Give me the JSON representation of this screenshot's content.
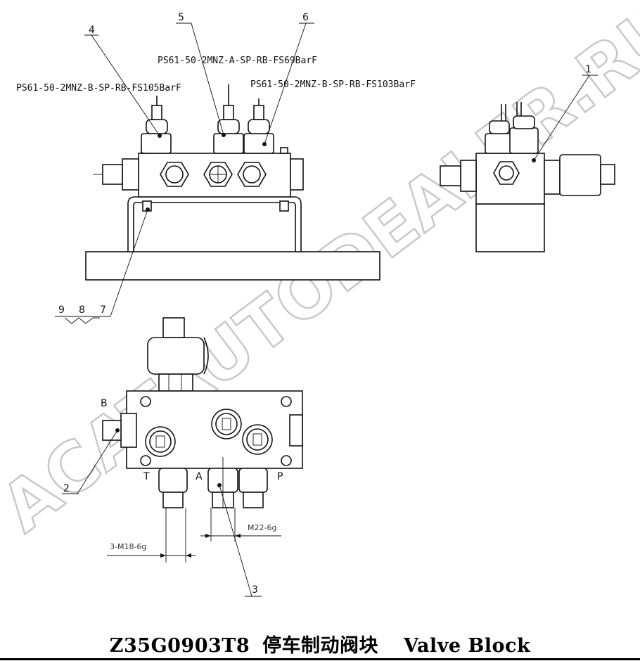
{
  "part_labels": {
    "sensor_left": "PS61-50-2MNZ-B-SP-RB-FS105BarF",
    "sensor_mid": "PS61-50-2MNZ-A-SP-RB-FS69BarF",
    "sensor_right": "PS61-50-2MNZ-B-SP-RB-FS103BarF"
  },
  "callouts": {
    "n1": "1",
    "n2": "2",
    "n3": "3",
    "n4": "4",
    "n5": "5",
    "n6": "6",
    "n7": "7",
    "n8": "8",
    "n9": "9"
  },
  "ports": {
    "b": "B",
    "t": "T",
    "a": "A",
    "p": "P"
  },
  "dimensions": {
    "thread_3": "3-M18-6g",
    "thread_m22": "M22-6g"
  },
  "watermark": "ACATAUTODEALER.RU",
  "title": {
    "code": "Z35G0903T8",
    "chinese": "停车制动阀块",
    "english": "Valve Block"
  }
}
